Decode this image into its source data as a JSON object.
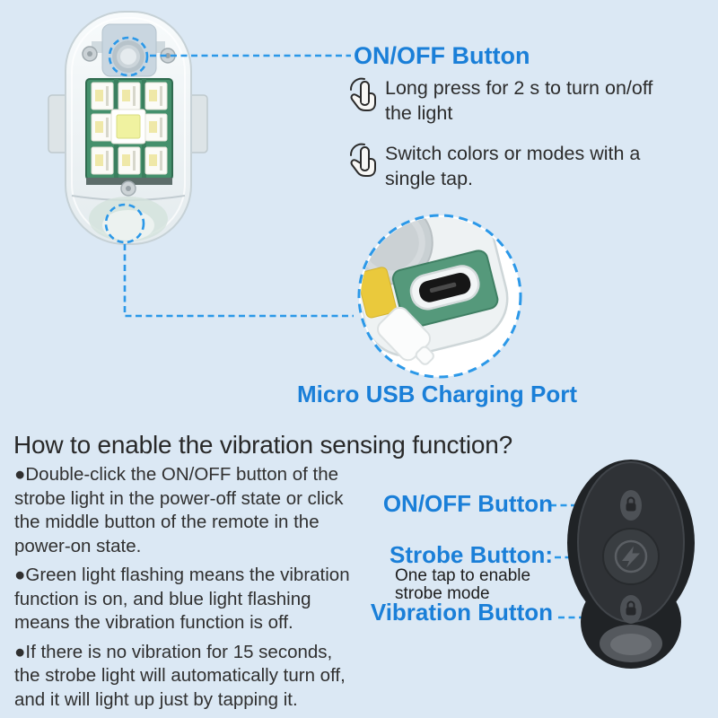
{
  "colors": {
    "background": "#dbe8f4",
    "label_blue": "#1a7fd8",
    "callout_blue": "#2b98e8",
    "text_dark": "#2b2b2b"
  },
  "icons": {
    "instruction_icon": "tap-hand-icon",
    "remote_small_buttons": "lock-icon",
    "remote_center_button": "lightning-icon"
  },
  "top_section": {
    "onoff_label": "ON/OFF Button",
    "instructions": [
      {
        "text": "Long press for 2 s to turn on/off\nthe light"
      },
      {
        "text": "Switch colors or modes with a\nsingle tap."
      }
    ],
    "usb_label": "Micro USB Charging Port"
  },
  "howto_section": {
    "heading": "How to enable the vibration sensing function?",
    "bullets": [
      "●Double-click the ON/OFF button of the\nstrobe light in the power-off state or click\nthe middle button of the remote in the\npower-on state.",
      "●Green light flashing means the vibration\nfunction is on, and blue light flashing\nmeans the vibration function is off.",
      "●If there is no vibration for 15 seconds,\nthe strobe light will automatically turn off,\nand it will light up just by tapping it."
    ],
    "remote_labels": {
      "onoff": "ON/OFF Button",
      "strobe": "Strobe Button:",
      "strobe_note": "One tap to enable\nstrobe mode",
      "vibration": "Vibration Button"
    }
  }
}
